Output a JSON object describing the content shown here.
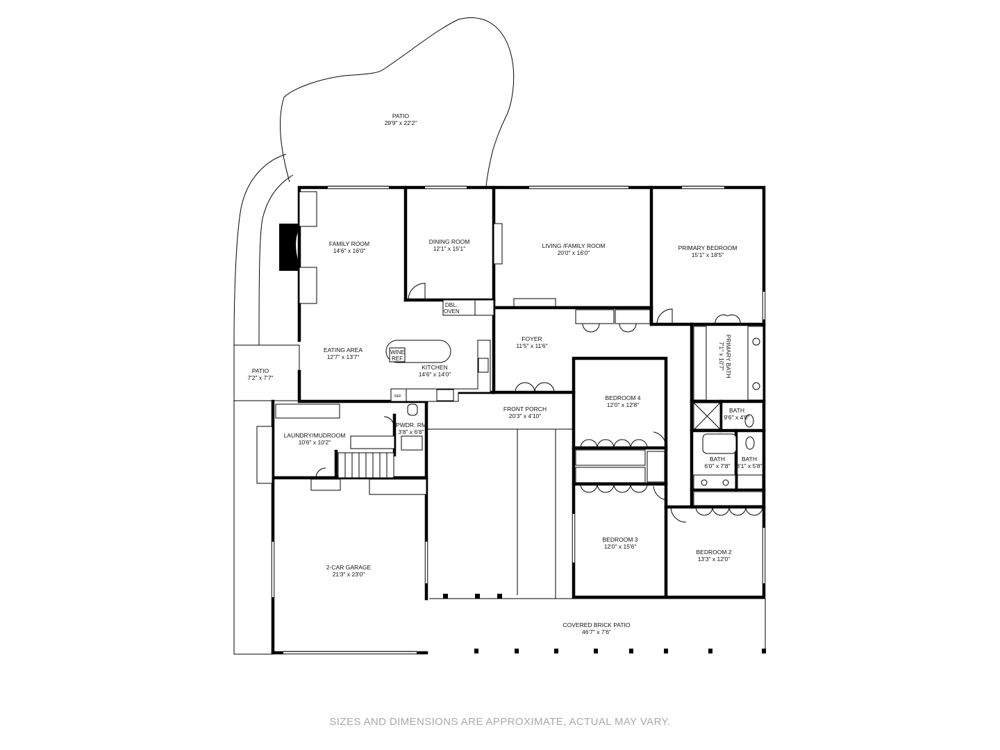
{
  "rooms": {
    "patio_top": {
      "name": "PATIO",
      "dim": "29'9\" x 22'2\""
    },
    "family_room": {
      "name": "FAMILY ROOM",
      "dim": "14'6\" x 16'0\""
    },
    "dining_room": {
      "name": "DINING ROOM",
      "dim": "12'1\" x 15'1\""
    },
    "living_family_room": {
      "name": "LIVING /FAMILY ROOM",
      "dim": "20'0\" x 16'0\""
    },
    "primary_bedroom": {
      "name": "PRIMARY BEDROOM",
      "dim": "15'1\" x 18'5\""
    },
    "eating_area": {
      "name": "EATING AREA",
      "dim": "12'7\" x 13'7\""
    },
    "kitchen": {
      "name": "KITCHEN",
      "dim": "14'6\" x 14'0\""
    },
    "foyer": {
      "name": "FOYER",
      "dim": "11'5\" x 11'6\""
    },
    "primary_bath": {
      "name": "PRIMARY BATH",
      "dim": "7'1\" x 10'7\""
    },
    "patio_side": {
      "name": "PATIO",
      "dim": "7'2\" x 7'7\""
    },
    "bedroom_4": {
      "name": "BEDROOM 4",
      "dim": "12'0\" x 12'8\""
    },
    "front_porch": {
      "name": "FRONT PORCH",
      "dim": "20'3\" x 4'10\""
    },
    "bath_a": {
      "name": "BATH",
      "dim": "9'6\" x 4'0\""
    },
    "powder_room": {
      "name": "PWDR. RM",
      "dim": "3'8\" x 6'8\""
    },
    "laundry_mudroom": {
      "name": "LAUNDRY/MUDROOM",
      "dim": "10'6\" x 10'2\""
    },
    "bath_b": {
      "name": "BATH",
      "dim": "6'0\" x 7'8\""
    },
    "bath_c": {
      "name": "BATH",
      "dim": "3'1\" x 5'8\""
    },
    "bedroom_3": {
      "name": "BEDROOM 3",
      "dim": "12'0\" x 15'6\""
    },
    "bedroom_2": {
      "name": "BEDROOM 2",
      "dim": "13'3\" x 12'0\""
    },
    "garage": {
      "name": "2-CAR GARAGE",
      "dim": "21'3\" x 23'0\""
    },
    "covered_patio": {
      "name": "COVERED BRICK PATIO",
      "dim": "46'7\" x 7'6\""
    }
  },
  "fixtures": {
    "dbl_oven_line1": "DBL.",
    "dbl_oven_line2": "OVEN",
    "wine_ref_line1": "WINE",
    "wine_ref_line2": "REF.",
    "ref": "REF"
  },
  "disclaimer": "SIZES AND DIMENSIONS ARE APPROXIMATE, ACTUAL MAY VARY."
}
